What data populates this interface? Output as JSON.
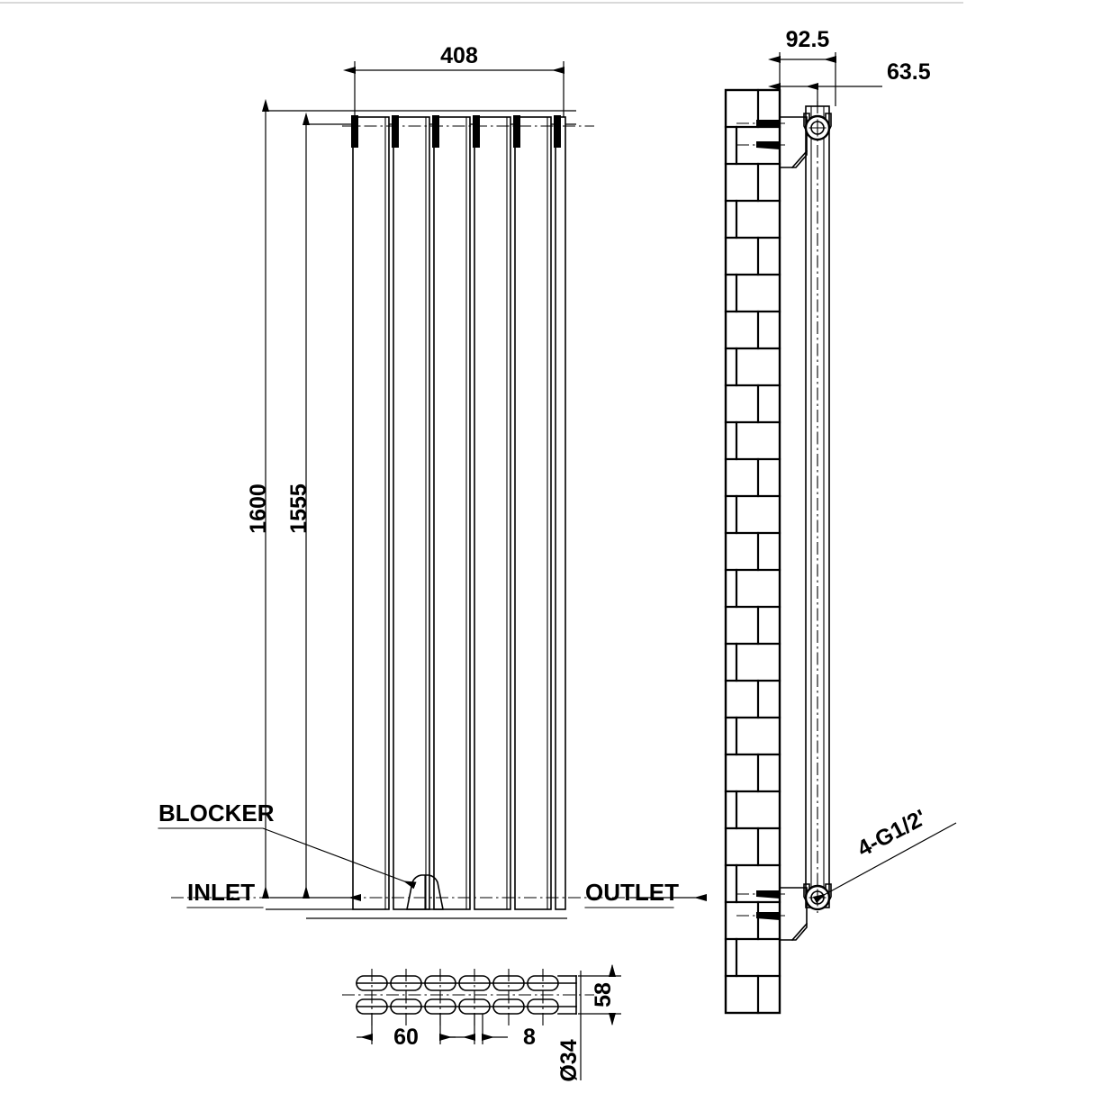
{
  "drawing": {
    "type": "mechanical-dimensioned-drawing",
    "subject": "vertical-flat-panel-designer-radiator",
    "units": "mm",
    "background_color": "#ffffff",
    "line_color": "#000000"
  },
  "views": {
    "front": {
      "name": "front-elevation",
      "fin_count": 6,
      "overall_width_mm": 408,
      "overall_height_mm": 1600,
      "panel_height_mm": 1555
    },
    "side": {
      "name": "side-section-view",
      "wall": "brick-masonry-hatch",
      "bracket_count": 2,
      "projection_mm": 92.5,
      "bracket_center_mm": 63.5
    },
    "plan": {
      "name": "bottom-plan-view",
      "tube_count": 6,
      "tube_pitch_mm": 60,
      "tube_gap_mm": 8,
      "depth_mm": 58,
      "connector_dia_mm": 34
    }
  },
  "dimensions": {
    "width": "408",
    "height_overall": "1600",
    "height_panel": "1555",
    "projection": "92.5",
    "bracket_offset": "63.5",
    "tube_pitch": "60",
    "tube_gap": "8",
    "depth": "58",
    "connector_diameter": "Ø34"
  },
  "labels": {
    "blocker": "BLOCKER",
    "inlet": "INLET",
    "outlet": "OUTLET",
    "connection_spec": "4-G1/2'"
  }
}
